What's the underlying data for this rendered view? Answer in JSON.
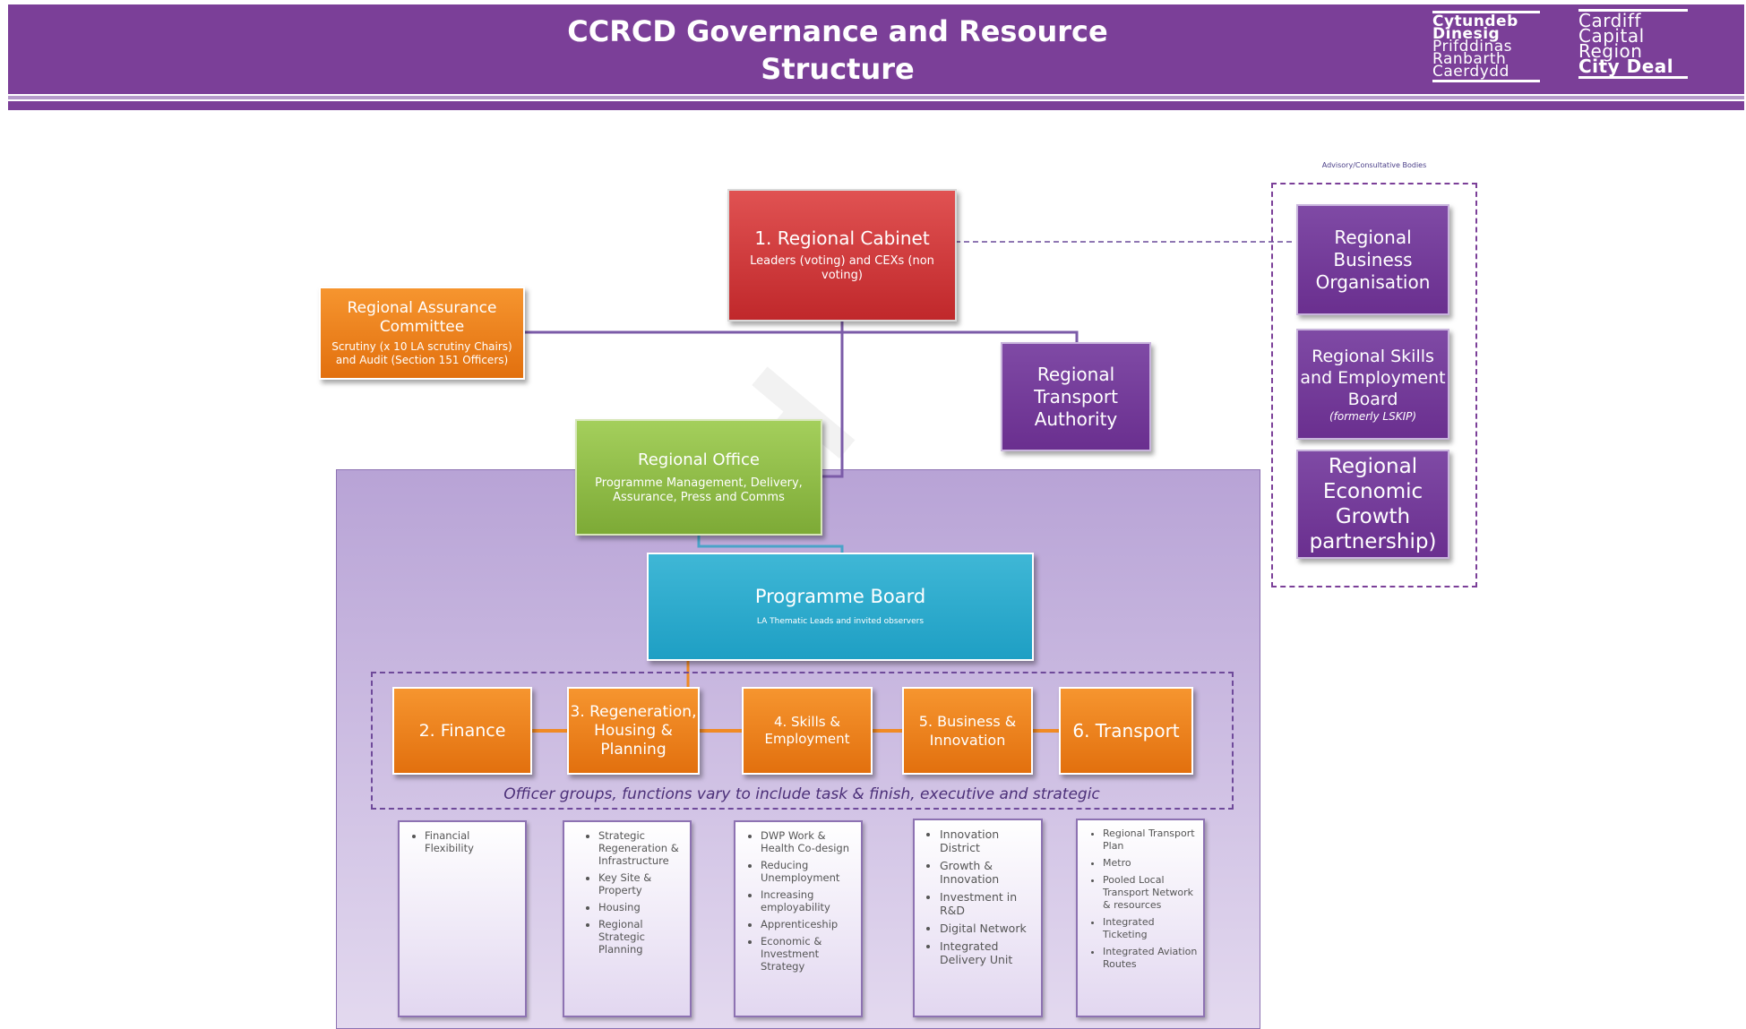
{
  "header": {
    "title_line1": "CCRCD Governance and Resource",
    "title_line2": "Structure",
    "dots": "····",
    "logo_cy": [
      "Cytundeb",
      "Dinesig",
      "Prifddinas",
      "Ranbarth",
      "Caerdydd"
    ],
    "logo_en": [
      "Cardiff",
      "Capital",
      "Region",
      "City Deal"
    ]
  },
  "colors": {
    "brand_purple": "#7b3f98",
    "cabinet_red": "#c0282b",
    "orange": "#e2700e",
    "green": "#7daa36",
    "blue": "#1e9fc4"
  },
  "cabinet": {
    "title": "1. Regional Cabinet",
    "subtitle": "Leaders (voting) and CEXs (non voting)"
  },
  "assurance": {
    "title": "Regional Assurance Committee",
    "subtitle": "Scrutiny (x 10 LA scrutiny Chairs) and Audit (Section 151 Officers)"
  },
  "transport_authority": {
    "title": "Regional Transport Authority"
  },
  "regional_office": {
    "title": "Regional Office",
    "subtitle": "Programme  Management,  Delivery, Assurance, Press and Comms"
  },
  "programme_board": {
    "title": "Programme Board",
    "subtitle": "LA Thematic Leads and invited observers"
  },
  "advisory": {
    "label": "Advisory/Consultative Bodies",
    "business": "Regional Business Organisation",
    "skills_title": "Regional Skills and Employment Board",
    "skills_note": "(formerly LSKIP)",
    "growth": "Regional Economic Growth partnership)"
  },
  "themes": [
    {
      "label": "2. Finance"
    },
    {
      "label": "3. Regeneration, Housing & Planning"
    },
    {
      "label": "4. Skills & Employment"
    },
    {
      "label": "5. Business & Innovation"
    },
    {
      "label": "6. Transport"
    }
  ],
  "officer_groups": "Officer groups, functions vary to include task & finish, executive and strategic",
  "workstreams": {
    "finance": [
      "Financial Flexibility"
    ],
    "regeneration": [
      "Strategic Regeneration & Infrastructure",
      "Key Site & Property",
      "Housing",
      "Regional Strategic Planning"
    ],
    "skills": [
      "DWP Work & Health Co-design",
      "Reducing Unemployment",
      "Increasing employability",
      "Apprenticeship",
      "Economic & Investment Strategy"
    ],
    "business": [
      "Innovation District",
      "Growth & Innovation",
      "Investment in R&D",
      "Digital Network",
      "Integrated Delivery Unit"
    ],
    "transport": [
      "Regional Transport Plan",
      "Metro",
      "Pooled Local Transport Network & resources",
      "Integrated Ticketing",
      "Integrated Aviation Routes"
    ]
  },
  "watermark": "T"
}
